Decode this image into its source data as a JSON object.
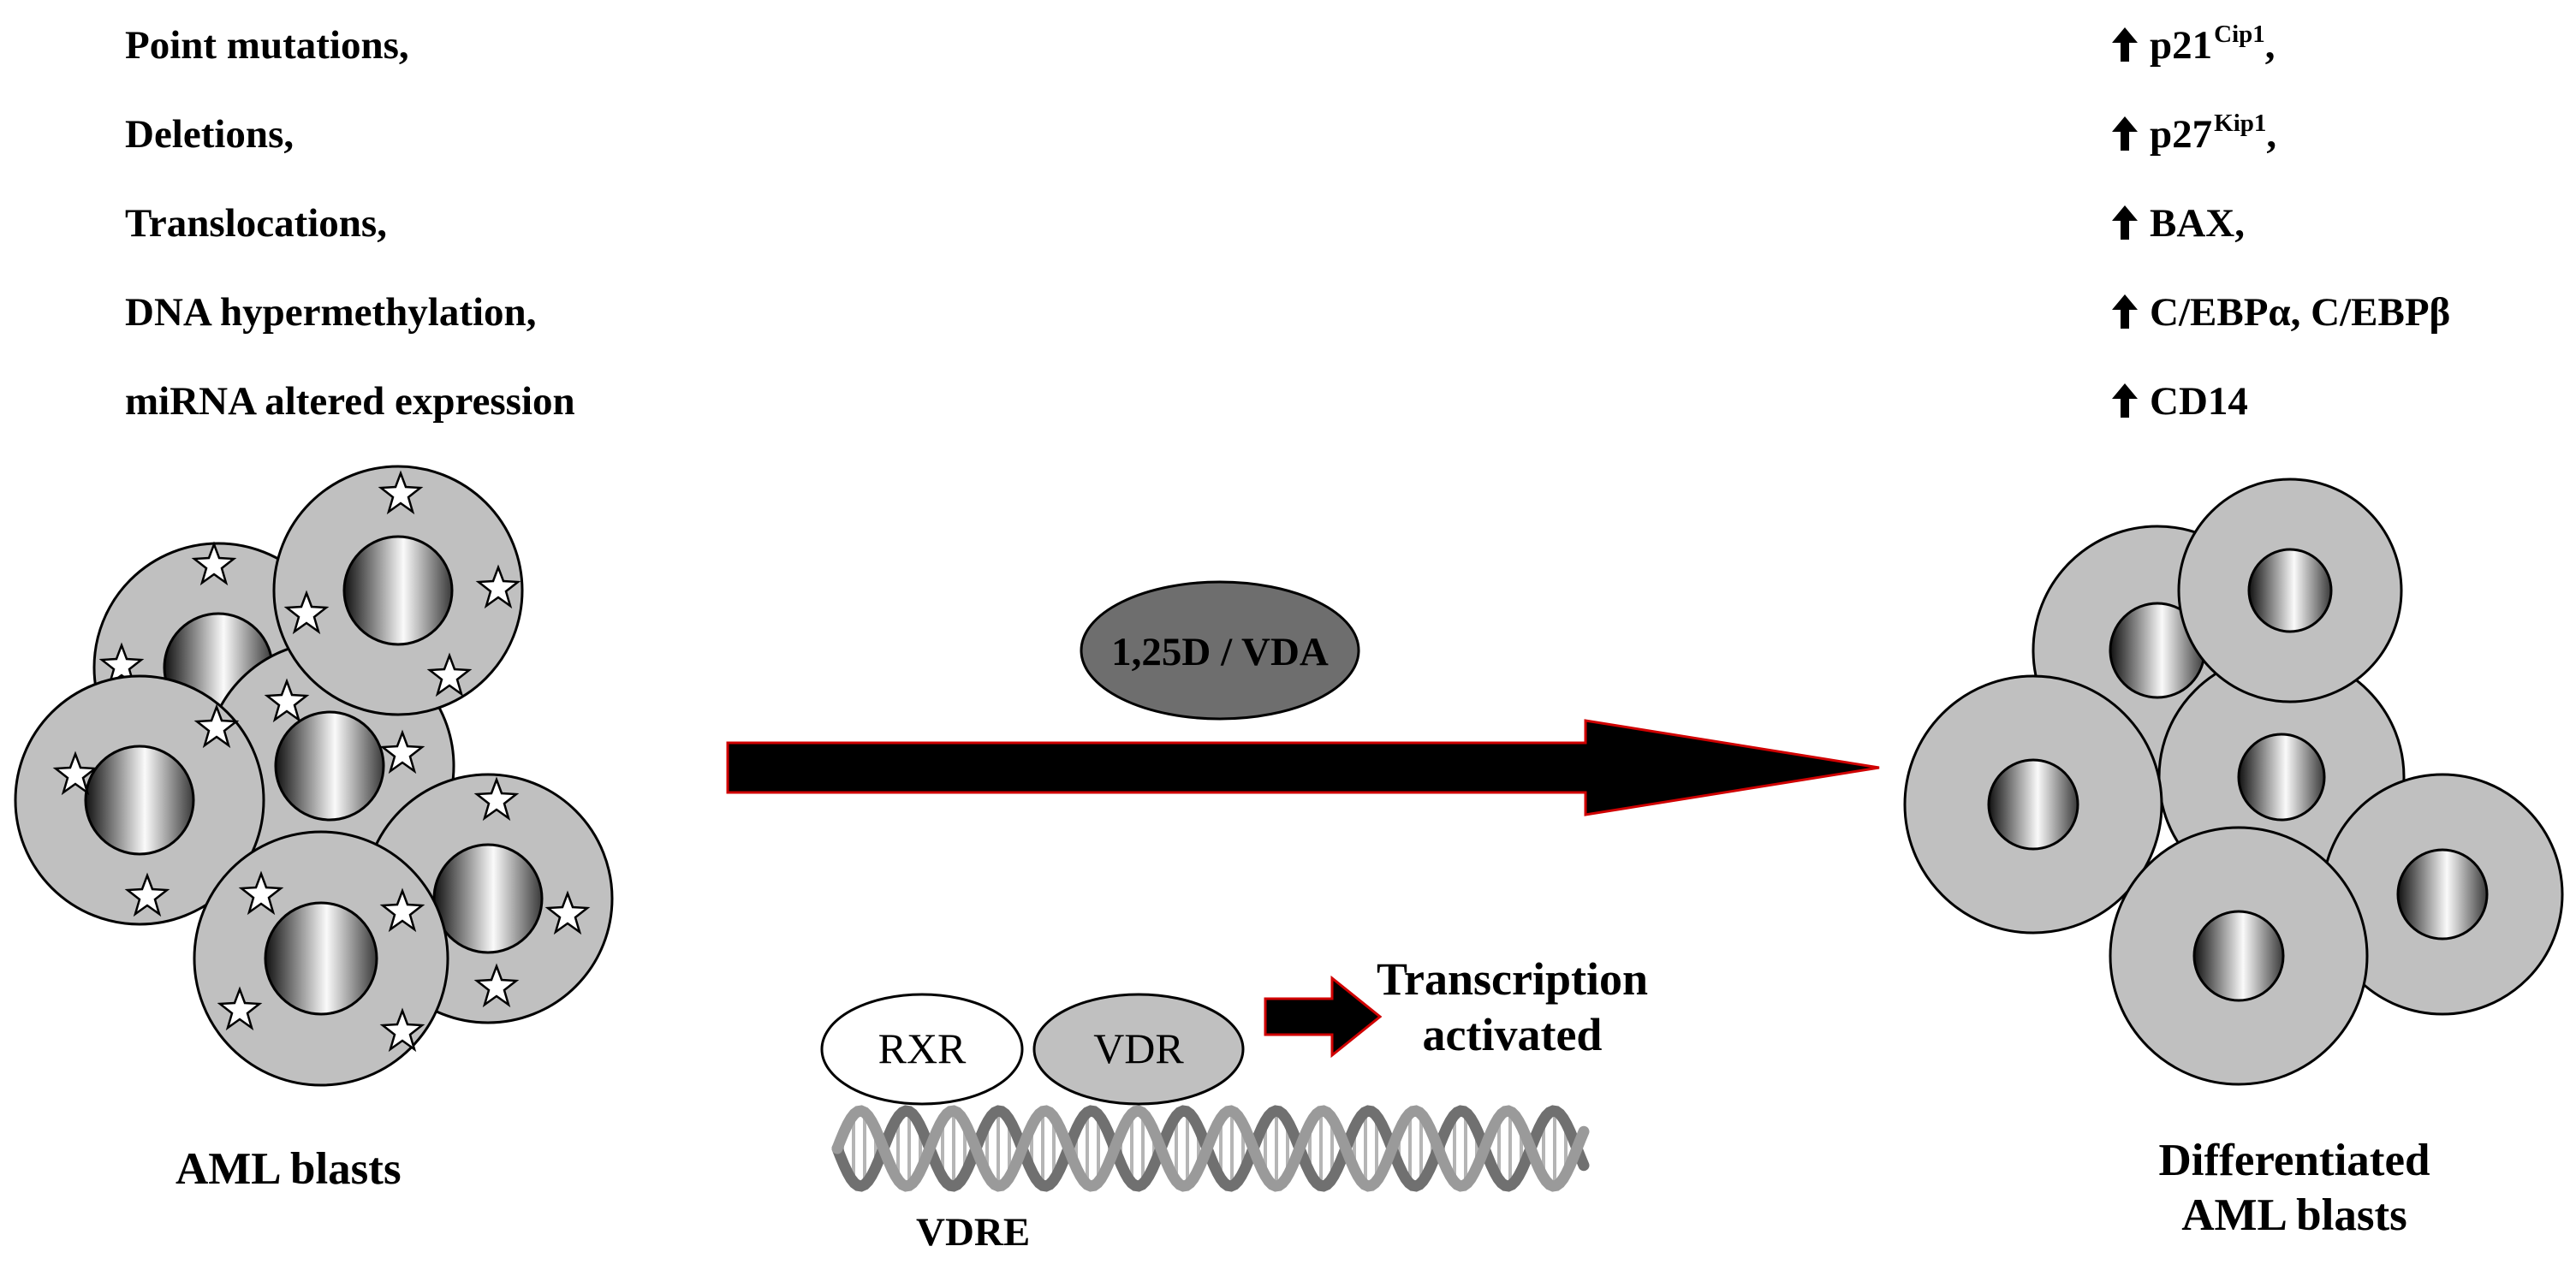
{
  "causes": [
    "Point mutations,",
    "Deletions,",
    "Translocations,",
    "DNA hypermethylation,",
    "miRNA altered expression"
  ],
  "effects": [
    {
      "base": "p21",
      "sup": "Cip1",
      "suffix": ","
    },
    {
      "base": "p27",
      "sup": "Kip1",
      "suffix": ","
    },
    {
      "base": "BAX,",
      "sup": "",
      "suffix": ""
    },
    {
      "base": "C/EBPα, C/EBPβ",
      "sup": "",
      "suffix": ""
    },
    {
      "base": "CD14",
      "sup": "",
      "suffix": ""
    }
  ],
  "treatment_label": "1,25D / VDA",
  "rxr_label": "RXR",
  "vdr_label": "VDR",
  "transcription_label": [
    "Transcription",
    "activated"
  ],
  "vdre_label": "VDRE",
  "aml_blasts_label": "AML blasts",
  "differentiated_label": [
    "Differentiated",
    "AML blasts"
  ],
  "colors": {
    "cell_fill": "#c0c0c0",
    "ellipse_dark": "#6e6e6e",
    "arrow_outline": "#d00000",
    "dna": "#8a8a8a"
  }
}
